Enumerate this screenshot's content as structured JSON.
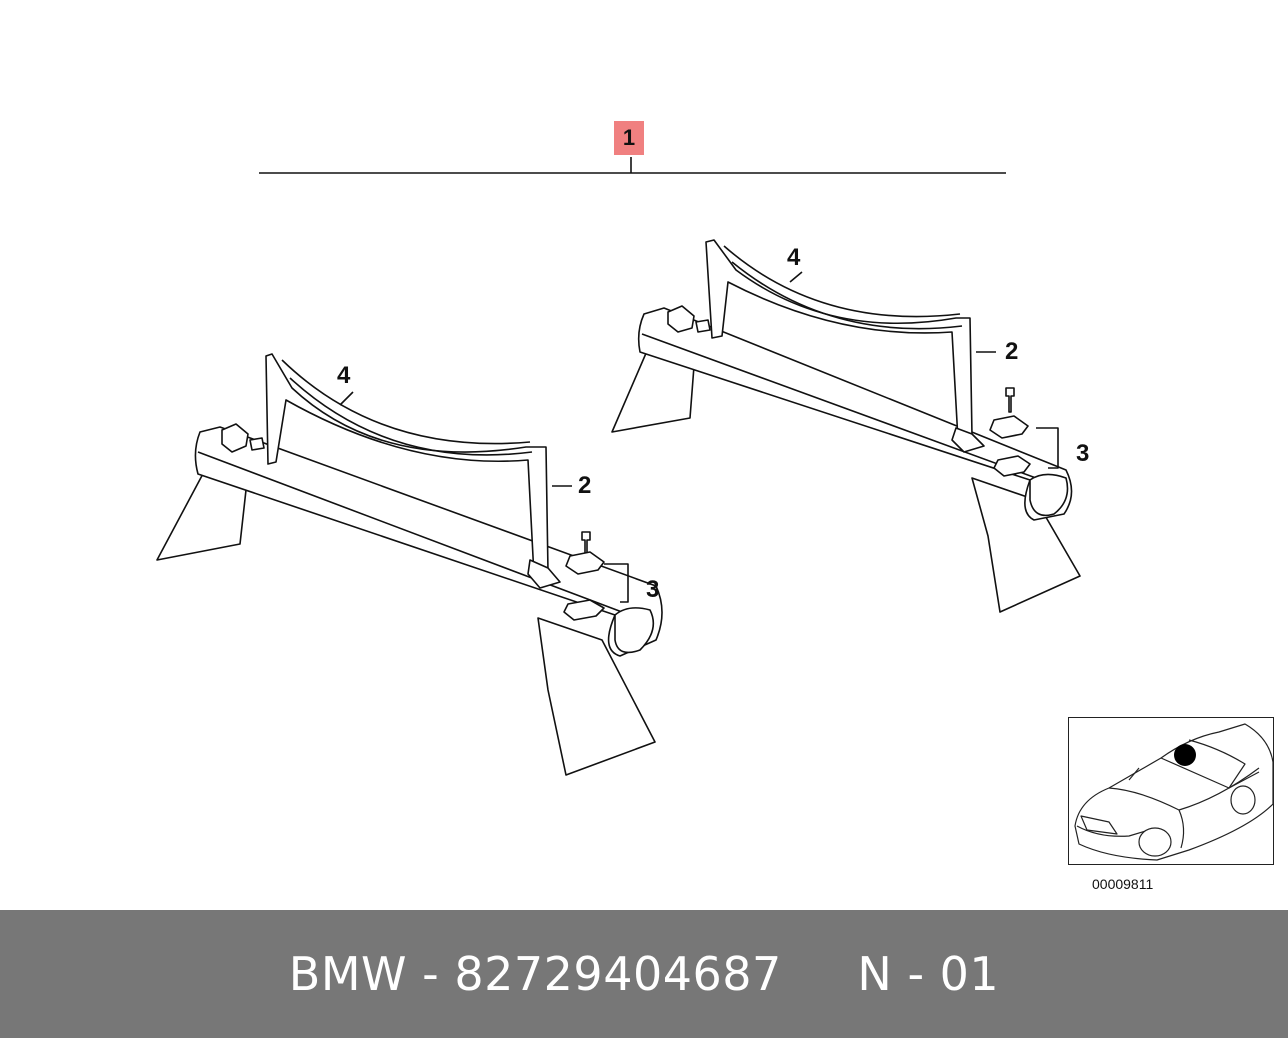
{
  "diagram": {
    "callouts": {
      "assembly": "1",
      "bracket": "2",
      "fasteners": "3",
      "cradle": "4"
    },
    "image_code": "00009811",
    "highlight_color": "#f08080"
  },
  "footer": {
    "text": "BMW - 82729404687     N - 01",
    "background": "#777777"
  }
}
